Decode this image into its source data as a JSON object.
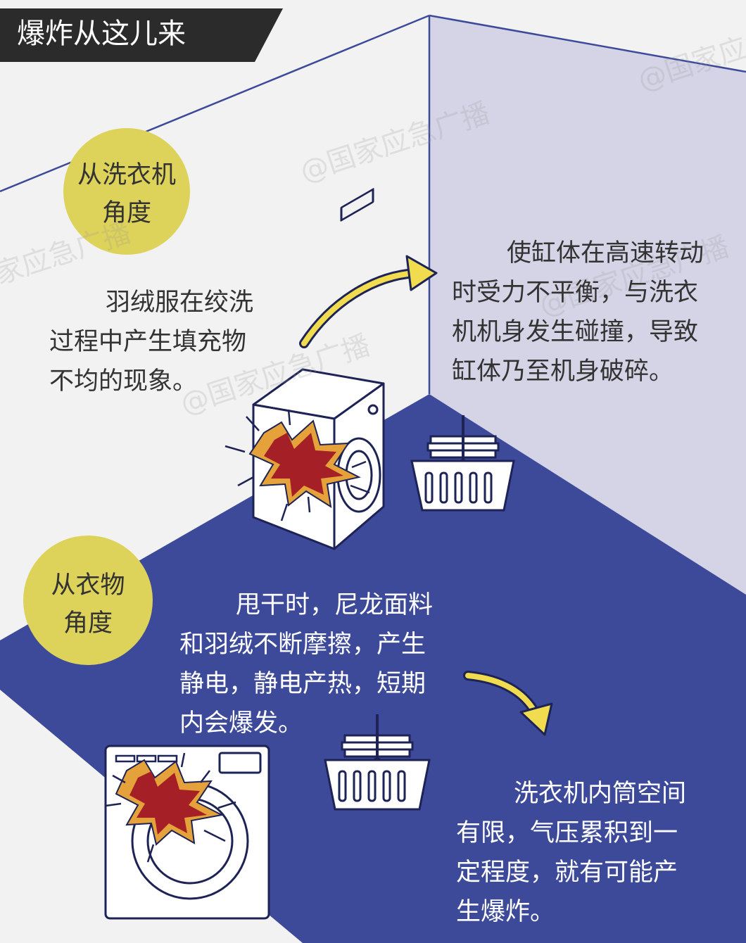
{
  "title": "爆炸从这儿来",
  "washer_section": {
    "label_line1": "从洗衣机",
    "label_line2": "角度",
    "cause_lines": [
      "羽绒服在绞洗",
      "过程中产生填充物",
      "不均的现象。"
    ],
    "effect_lines": [
      "使缸体在高速转动",
      "时受力不平衡，与洗衣",
      "机机身发生碰撞，导致",
      "缸体乃至机身破碎。"
    ]
  },
  "clothes_section": {
    "label_line1": "从衣物",
    "label_line2": "角度",
    "cause_lines": [
      "甩干时，尼龙面料",
      "和羽绒不断摩擦，产生",
      "静电，静电产热，短期",
      "内会爆发。"
    ],
    "effect_lines": [
      "洗衣机内筒空间",
      "有限，气压累积到一",
      "定程度，就有可能产",
      "生爆炸。"
    ]
  },
  "watermark": "@国家应急广播",
  "colors": {
    "wall": "#f2f2f2",
    "right_wall": "#d4d4e6",
    "floor": "#3d4a9a",
    "circle": "#ddd25a",
    "explosion_red": "#a41f26",
    "explosion_orange": "#e5a23a",
    "arrow_yellow": "#f0dc4e",
    "title_bg": "#2b2b2b"
  }
}
